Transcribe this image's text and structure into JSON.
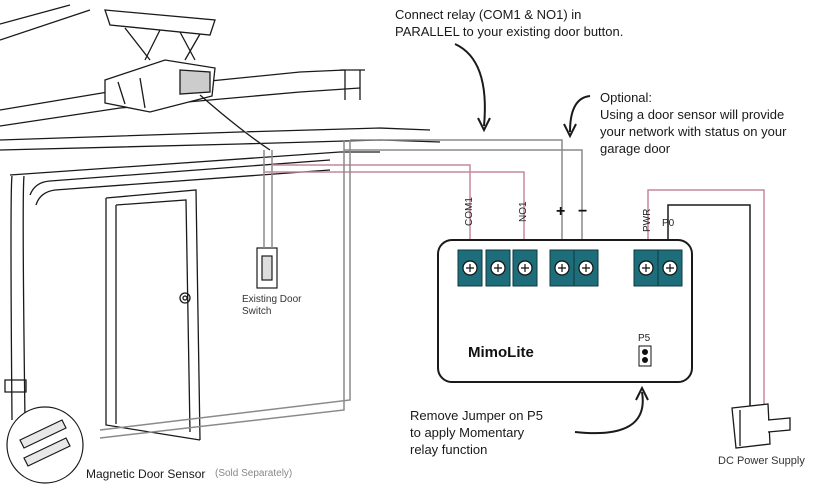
{
  "annotations": {
    "connect_relay": "Connect relay (COM1 & NO1) in\nPARALLEL to your existing door button.",
    "optional": "Optional:\nUsing a door sensor will provide\nyour network with status on your\ngarage door",
    "remove_jumper": "Remove Jumper on P5\nto apply Momentary\nrelay function",
    "dc_power": "DC Power Supply",
    "door_switch": "Existing Door\nSwitch",
    "magnetic_sensor": "Magnetic Door Sensor",
    "magnetic_sensor_note": "(Sold Separately)"
  },
  "device": {
    "name": "MimoLite",
    "jumper_label": "P5"
  },
  "terminals": {
    "com1": "COM1",
    "no1": "NO1",
    "plus": "+",
    "minus": "−",
    "pwr": "PWR",
    "p0": "P0"
  },
  "colors": {
    "terminal_block": "#1d6e7a",
    "line": "#1a1a1a",
    "wire_gray": "#8a8a8a",
    "wire_pink": "#c48a9a"
  }
}
